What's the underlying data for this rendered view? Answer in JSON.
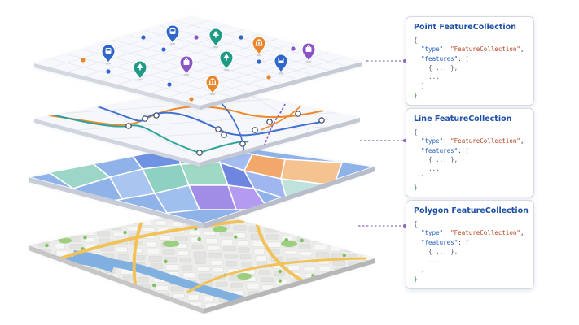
{
  "colors": {
    "point_blue": "#2e66c9",
    "point_teal": "#1f9a84",
    "point_orange": "#e8862e",
    "point_purple": "#8a54c8",
    "line_orange": "#ef8a2a",
    "line_blue": "#3f6fd0",
    "line_teal": "#2fa39a",
    "line_purple": "#7b55c8",
    "card_title": "#1e4fa8",
    "connector": "#8a6bc9"
  },
  "layers": {
    "points": {
      "icons": [
        "bus-icon",
        "tree-icon",
        "museum-icon",
        "shopping-bag-icon"
      ]
    },
    "lines": {
      "stations": 11
    },
    "polygons": {
      "regions": 16
    },
    "basemap": {
      "style": "isometric city map"
    }
  },
  "cards": [
    {
      "title": "Point FeatureCollection",
      "open_brace": "{",
      "type_key": "\"type\"",
      "type_val": "\"FeatureCollection\"",
      "features_key": "\"features\"",
      "features_open": "[",
      "item": "{ ... },",
      "ellipsis": "...",
      "features_close": "]",
      "close_brace": "}"
    },
    {
      "title": "Line FeatureCollection",
      "open_brace": "{",
      "type_key": "\"type\"",
      "type_val": "\"FeatureCollection\"",
      "features_key": "\"features\"",
      "features_open": "[",
      "item": "{ ... },",
      "ellipsis": "...",
      "features_close": "]",
      "close_brace": "}"
    },
    {
      "title": "Polygon FeatureCollection",
      "open_brace": "{",
      "type_key": "\"type\"",
      "type_val": "\"FeatureCollection\"",
      "features_key": "\"features\"",
      "features_open": "[",
      "item": "{ ... },",
      "ellipsis": "...",
      "features_close": "]",
      "close_brace": "}"
    }
  ]
}
